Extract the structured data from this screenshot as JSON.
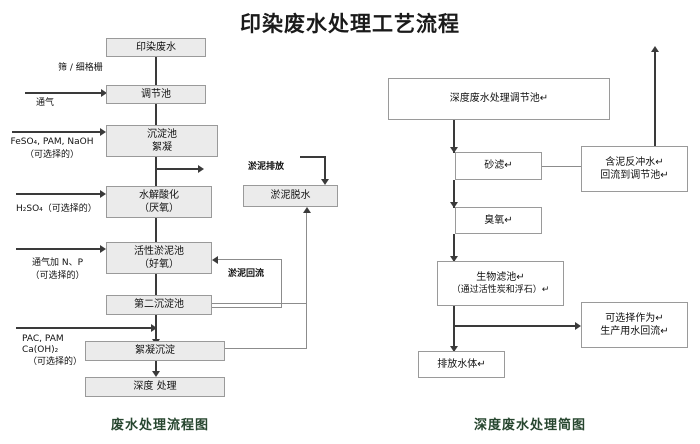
{
  "title": "印染废水处理工艺流程",
  "left_diagram": {
    "caption": "废水处理流程图",
    "boxes": {
      "influent": "印染废水",
      "equalization": "调节池",
      "sedimentation_l1": "沉淀池",
      "sedimentation_l2": "絮凝",
      "hydrolysis_l1": "水解酸化",
      "hydrolysis_l2": "（厌氧）",
      "activated_sludge_l1": "活性淤泥池",
      "activated_sludge_l2": "（好氧）",
      "secondary_clarifier": "第二沉淀池",
      "coagulation_sedimentation": "絮凝沉淀",
      "advanced_treatment": "深度 处理",
      "sludge_dewatering": "淤泥脱水"
    },
    "labels": {
      "screen": "筛 / 细格栅",
      "aeration": "通气",
      "chem1_line1": "FeSO₄, PAM, NaOH",
      "chem1_line2": "（可选择的）",
      "chem2": "H₂SO₄（可选择的）",
      "chem3_line1": "通气加 N、P",
      "chem3_line2": "（可选择的）",
      "chem4_line1": "PAC, PAM",
      "chem4_line2": "Ca(OH)₂",
      "chem4_line3": "（可选择的）",
      "sludge_discharge": "淤泥排放",
      "sludge_return": "淤泥回流"
    }
  },
  "right_diagram": {
    "caption": "深度废水处理简图",
    "boxes": {
      "adv_equalization": "深度废水处理调节池↵",
      "sand_filter": "砂滤↵",
      "ozone": "臭氧↵",
      "bio_filter_l1": "生物滤池↵",
      "bio_filter_l2": "（通过活性炭和浮石）↵",
      "discharge": "排放水体↵",
      "backwash_l1": "含泥反冲水↵",
      "backwash_l2": "回流到调节池↵",
      "reuse_l1": "可选择作为↵",
      "reuse_l2": "生产用水回流↵"
    }
  },
  "colors": {
    "box_fill_gray": "#ebebeb",
    "box_fill_white": "#ffffff",
    "box_border": "#9a9a9a",
    "connector": "#3a3a3a",
    "caption": "#27462f",
    "title": "#1a1a1a"
  }
}
